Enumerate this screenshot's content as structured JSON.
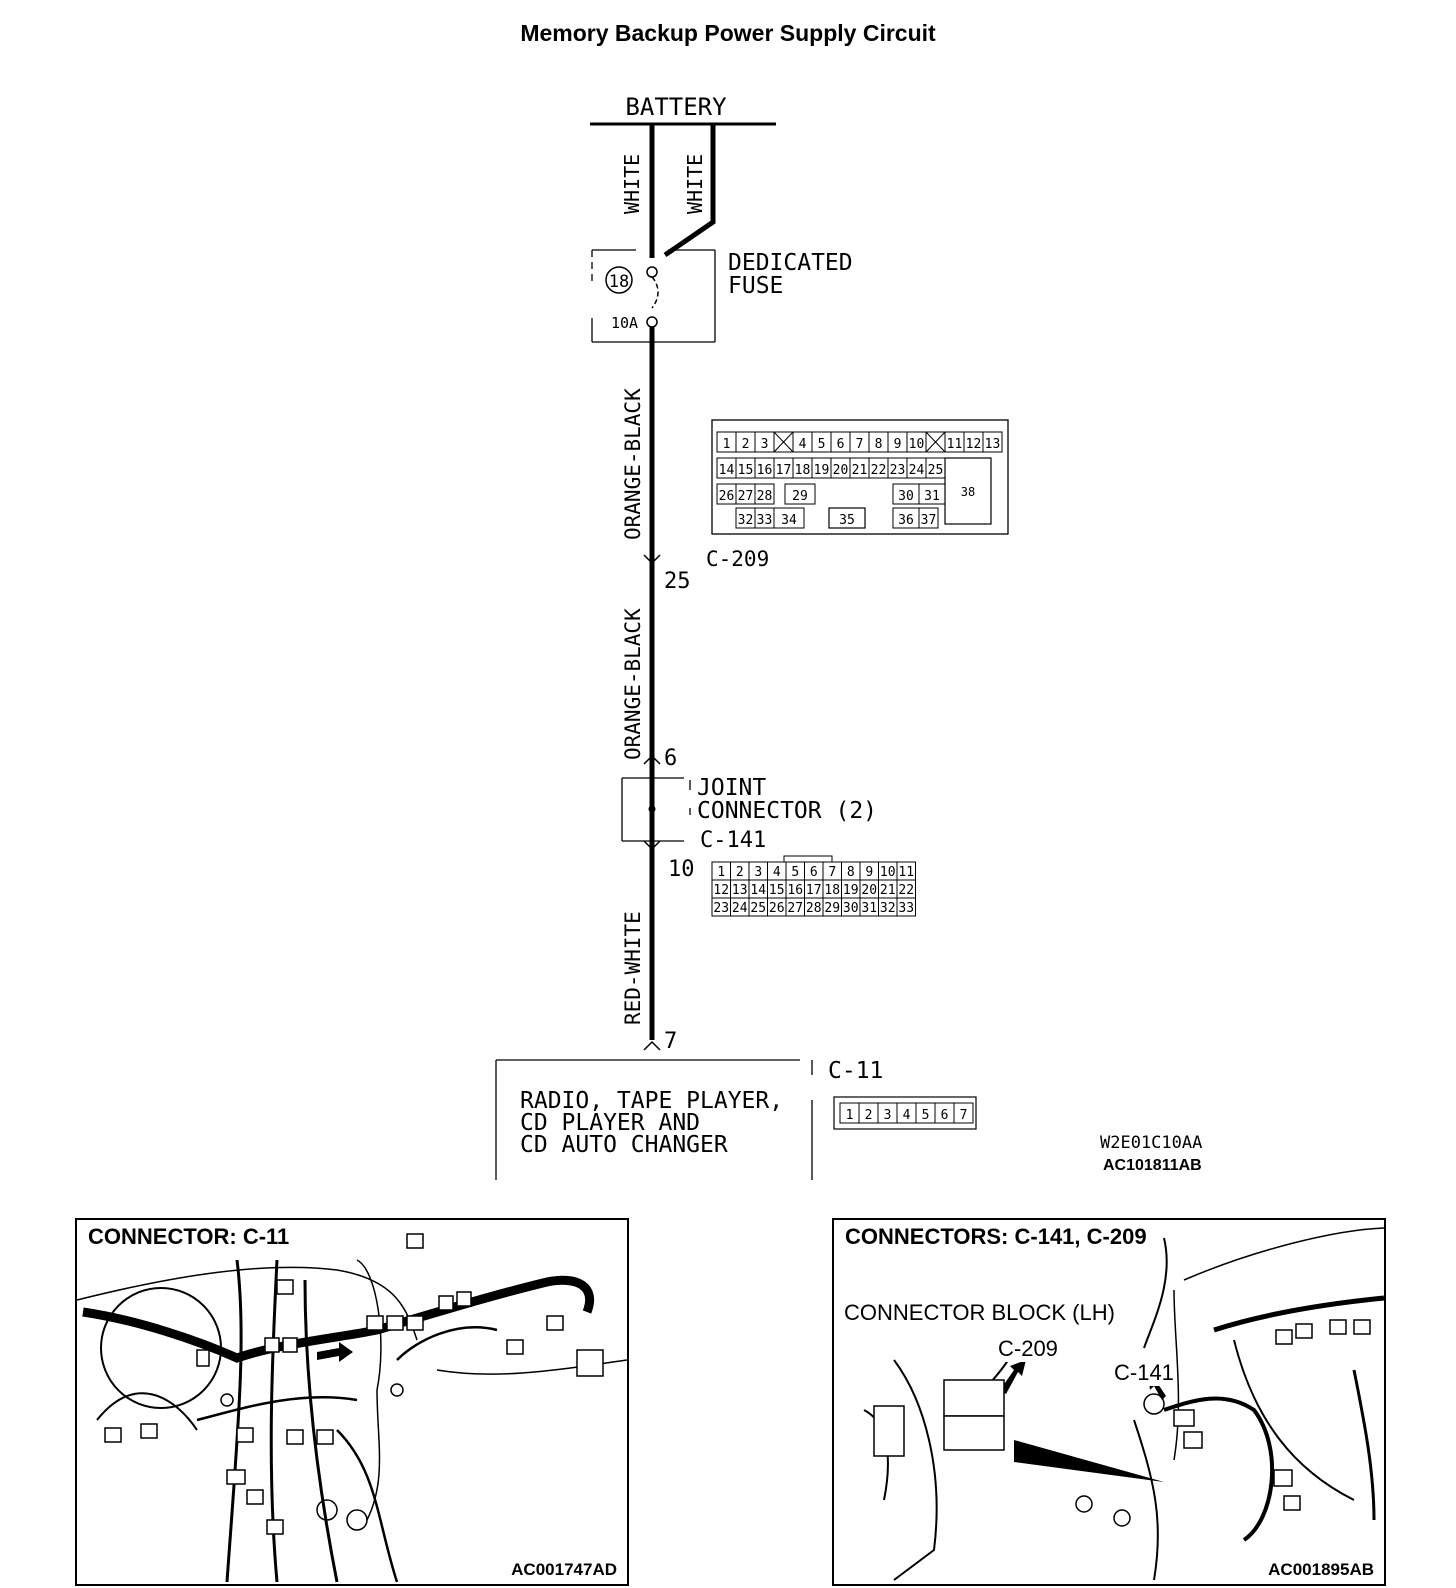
{
  "title": "Memory Backup Power Supply Circuit",
  "battery": "BATTERY",
  "wires": {
    "white_left": "WHITE",
    "white_right": "WHITE",
    "orange_black_upper": "ORANGE-BLACK",
    "orange_black_lower": "ORANGE-BLACK",
    "red_white": "RED-WHITE"
  },
  "fuse": {
    "number": "18",
    "rating": "10A",
    "label_line1": "DEDICATED",
    "label_line2": "FUSE"
  },
  "c209": {
    "id": "C-209",
    "pin": "25",
    "row1": [
      "1",
      "2",
      "3",
      "",
      "4",
      "5",
      "6",
      "7",
      "8",
      "9",
      "10",
      "",
      "11",
      "12",
      "13"
    ],
    "row2": [
      "14",
      "15",
      "16",
      "17",
      "18",
      "19",
      "20",
      "21",
      "22",
      "23",
      "24",
      "25"
    ],
    "row3": [
      "26",
      "27",
      "28",
      "29",
      "30",
      "31",
      "38"
    ],
    "row4": [
      "32",
      "33",
      "34",
      "35",
      "36",
      "37"
    ]
  },
  "joint": {
    "pin_in": "6",
    "label_line1": "JOINT",
    "label_line2": "CONNECTOR (2)",
    "id": "C-141",
    "pin_out": "10",
    "row1": [
      "1",
      "2",
      "3",
      "4",
      "5",
      "6",
      "7",
      "8",
      "9",
      "10",
      "11"
    ],
    "row2": [
      "12",
      "13",
      "14",
      "15",
      "16",
      "17",
      "18",
      "19",
      "20",
      "21",
      "22"
    ],
    "row3": [
      "23",
      "24",
      "25",
      "26",
      "27",
      "28",
      "29",
      "30",
      "31",
      "32",
      "33"
    ]
  },
  "radio": {
    "pin": "7",
    "id": "C-11",
    "line1": "RADIO, TAPE PLAYER,",
    "line2": "CD PLAYER AND",
    "line3": "CD AUTO CHANGER",
    "pins": [
      "1",
      "2",
      "3",
      "4",
      "5",
      "6",
      "7"
    ]
  },
  "codes": {
    "diagram": "W2E01C10AA",
    "figure": "AC101811AB"
  },
  "photo_left": {
    "title": "CONNECTOR: C-11",
    "code": "AC001747AD"
  },
  "photo_right": {
    "title": "CONNECTORS: C-141, C-209",
    "block_label": "CONNECTOR BLOCK (LH)",
    "c209": "C-209",
    "c141": "C-141",
    "code": "AC001895AB"
  }
}
